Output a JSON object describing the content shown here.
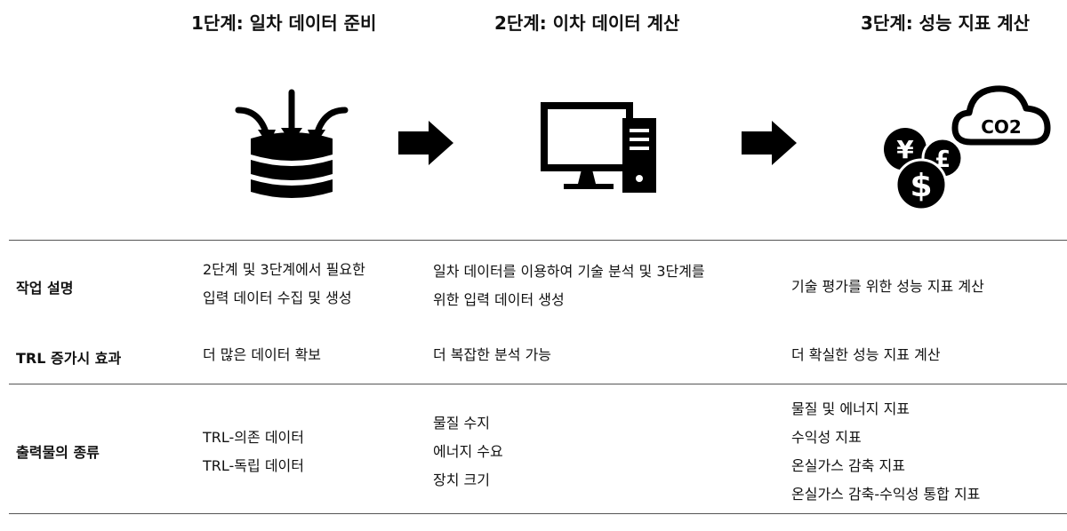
{
  "stages": [
    {
      "title": "1단계: 일차 데이터 준비",
      "icon": "database-inflow-icon"
    },
    {
      "title": "2단계: 이차 데이터 계산",
      "icon": "desktop-computer-icon"
    },
    {
      "title": "3단계: 성능 지표 계산",
      "icon": "co2-cloud-coins-icon"
    }
  ],
  "co2_label": "CO2",
  "currency_symbols": {
    "yen": "¥",
    "pound": "£",
    "dollar": "$"
  },
  "rows": [
    {
      "label": "작업 설명",
      "cells": [
        [
          "2단계 및 3단계에서 필요한",
          "입력 데이터 수집 및 생성"
        ],
        [
          "일차 데이터를 이용하여 기술 분석 및 3단계를",
          "위한 입력 데이터 생성"
        ],
        [
          "기술 평가를 위한 성능 지표 계산"
        ]
      ]
    },
    {
      "label": "TRL 증가시 효과",
      "cells": [
        [
          "더 많은 데이터 확보"
        ],
        [
          "더 복잡한 분석 가능"
        ],
        [
          "더 확실한 성능 지표 계산"
        ]
      ]
    },
    {
      "label": "출력물의 종류",
      "cells": [
        [
          "TRL-의존 데이터",
          "TRL-독립 데이터"
        ],
        [
          "물질 수지",
          "에너지 수요",
          "장치 크기"
        ],
        [
          "물질 및 에너지 지표",
          "수익성 지표",
          "온실가스 감축 지표",
          "온실가스 감축-수익성 통합 지표"
        ]
      ]
    }
  ]
}
